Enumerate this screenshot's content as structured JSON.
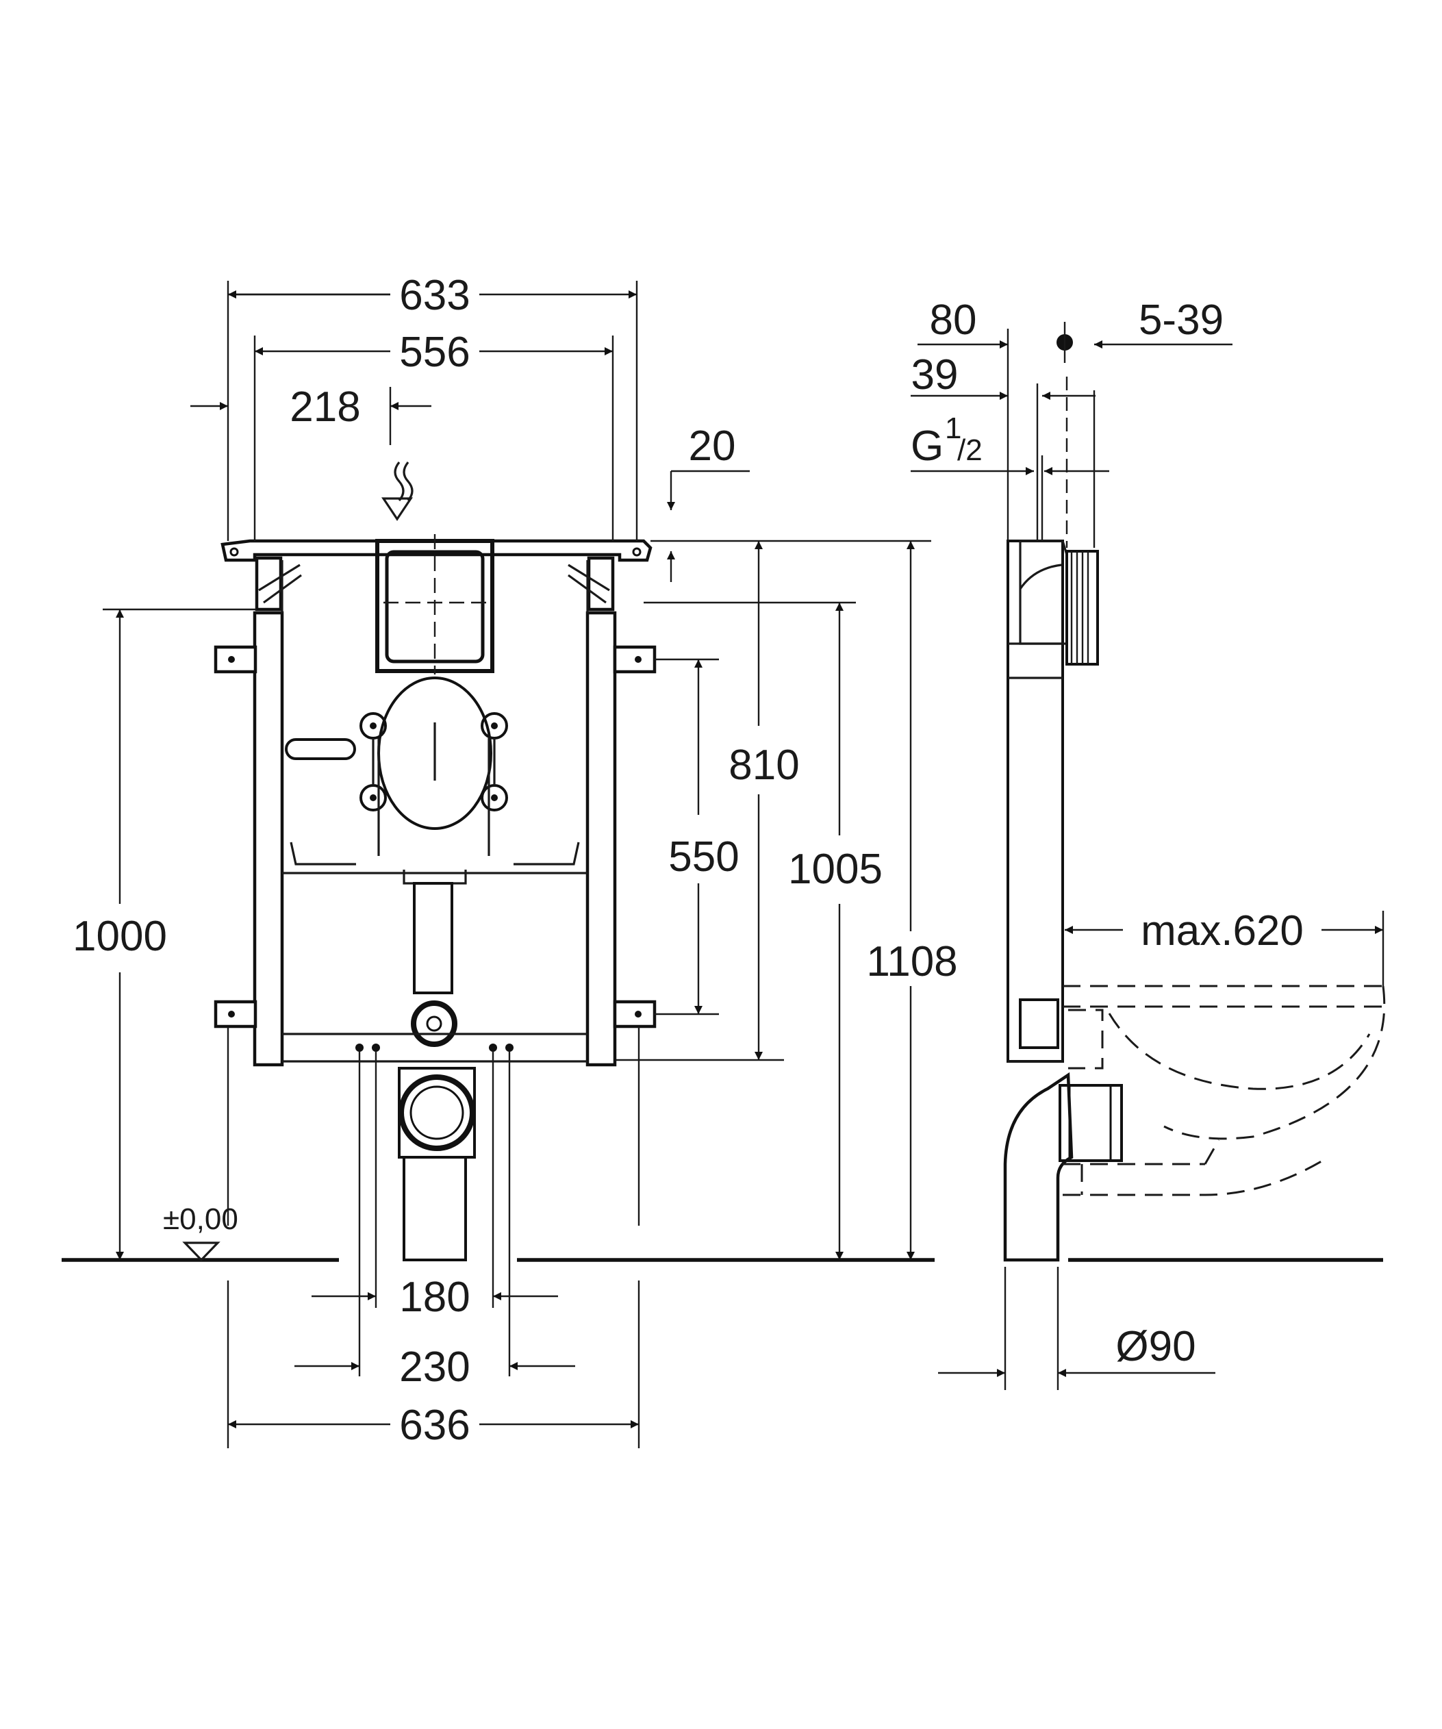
{
  "front": {
    "w633": "633",
    "w556": "556",
    "w218": "218",
    "h20": "20",
    "h810": "810",
    "h550": "550",
    "h1000": "1000",
    "h1005": "1005",
    "h1108": "1108",
    "floor_label": "±0,00",
    "w180": "180",
    "w230": "230",
    "w636": "636"
  },
  "side": {
    "d80": "80",
    "d39": "39",
    "d5_39": "5-39",
    "thread_g": "G",
    "thread_num": "1",
    "thread_den": "/2",
    "max620": "max.620",
    "dia90": "Ø90"
  }
}
